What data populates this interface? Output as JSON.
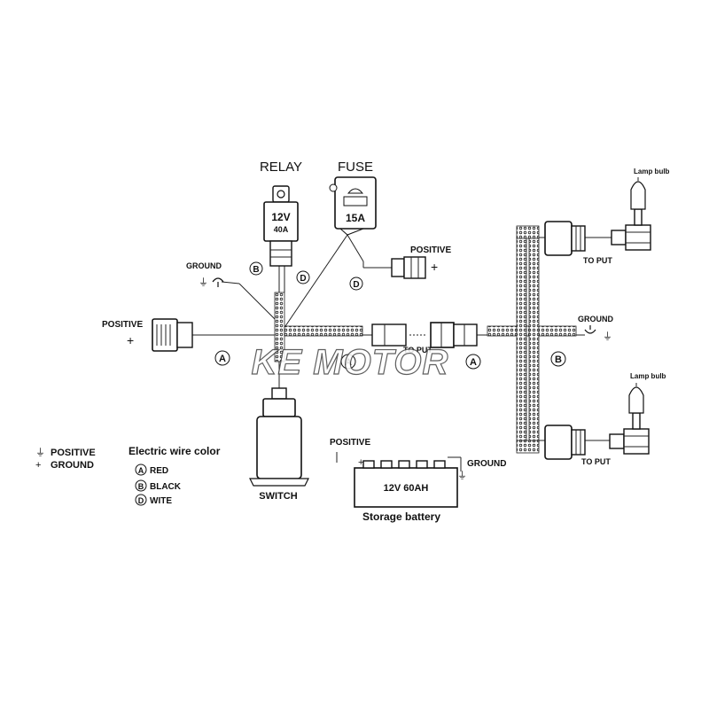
{
  "relay": {
    "title": "RELAY",
    "spec_line1": "12V",
    "spec_line2": "40A"
  },
  "fuse": {
    "title": "FUSE",
    "rating": "15A"
  },
  "labels": {
    "ground": "GROUND",
    "positive": "POSITIVE",
    "switch": "SWITCH",
    "to_put": "TO PUT",
    "lamp_bulb": "Lamp bulb"
  },
  "wire_codes": {
    "a": "A",
    "b": "B",
    "d": "D"
  },
  "legend": {
    "symbols": [
      {
        "symbol": "⏚",
        "label": "POSITIVE"
      },
      {
        "symbol": "+",
        "label": "GROUND"
      }
    ],
    "title": "Electric wire color",
    "items": [
      {
        "code": "A",
        "color": "RED"
      },
      {
        "code": "B",
        "color": "BLACK"
      },
      {
        "code": "D",
        "color": "WITE"
      }
    ]
  },
  "battery": {
    "spec": "12V  60AH",
    "caption": "Storage battery",
    "positive": "POSITIVE",
    "ground": "GROUND"
  },
  "watermark": "KE MOTOR"
}
